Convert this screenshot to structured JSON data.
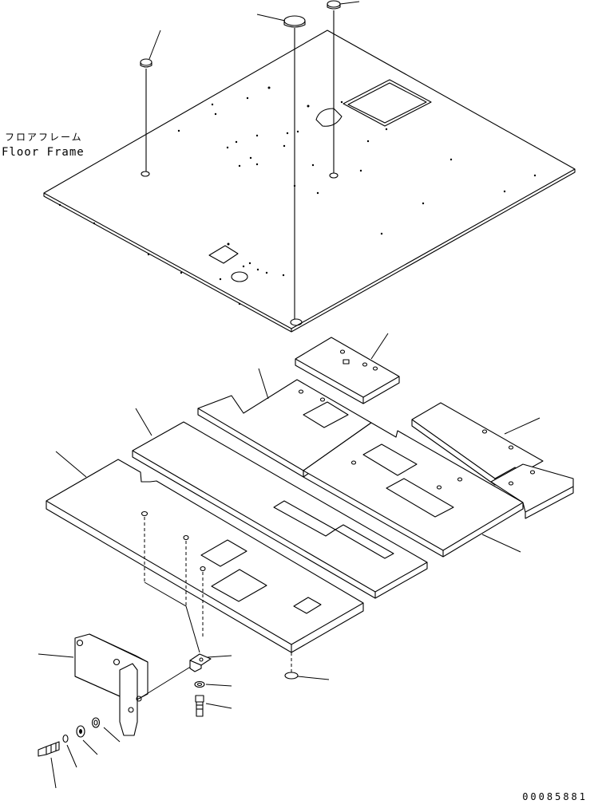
{
  "floor_frame_label": {
    "japanese": "フロアフレーム",
    "english": "Floor Frame"
  },
  "drawing_id": "00085881"
}
